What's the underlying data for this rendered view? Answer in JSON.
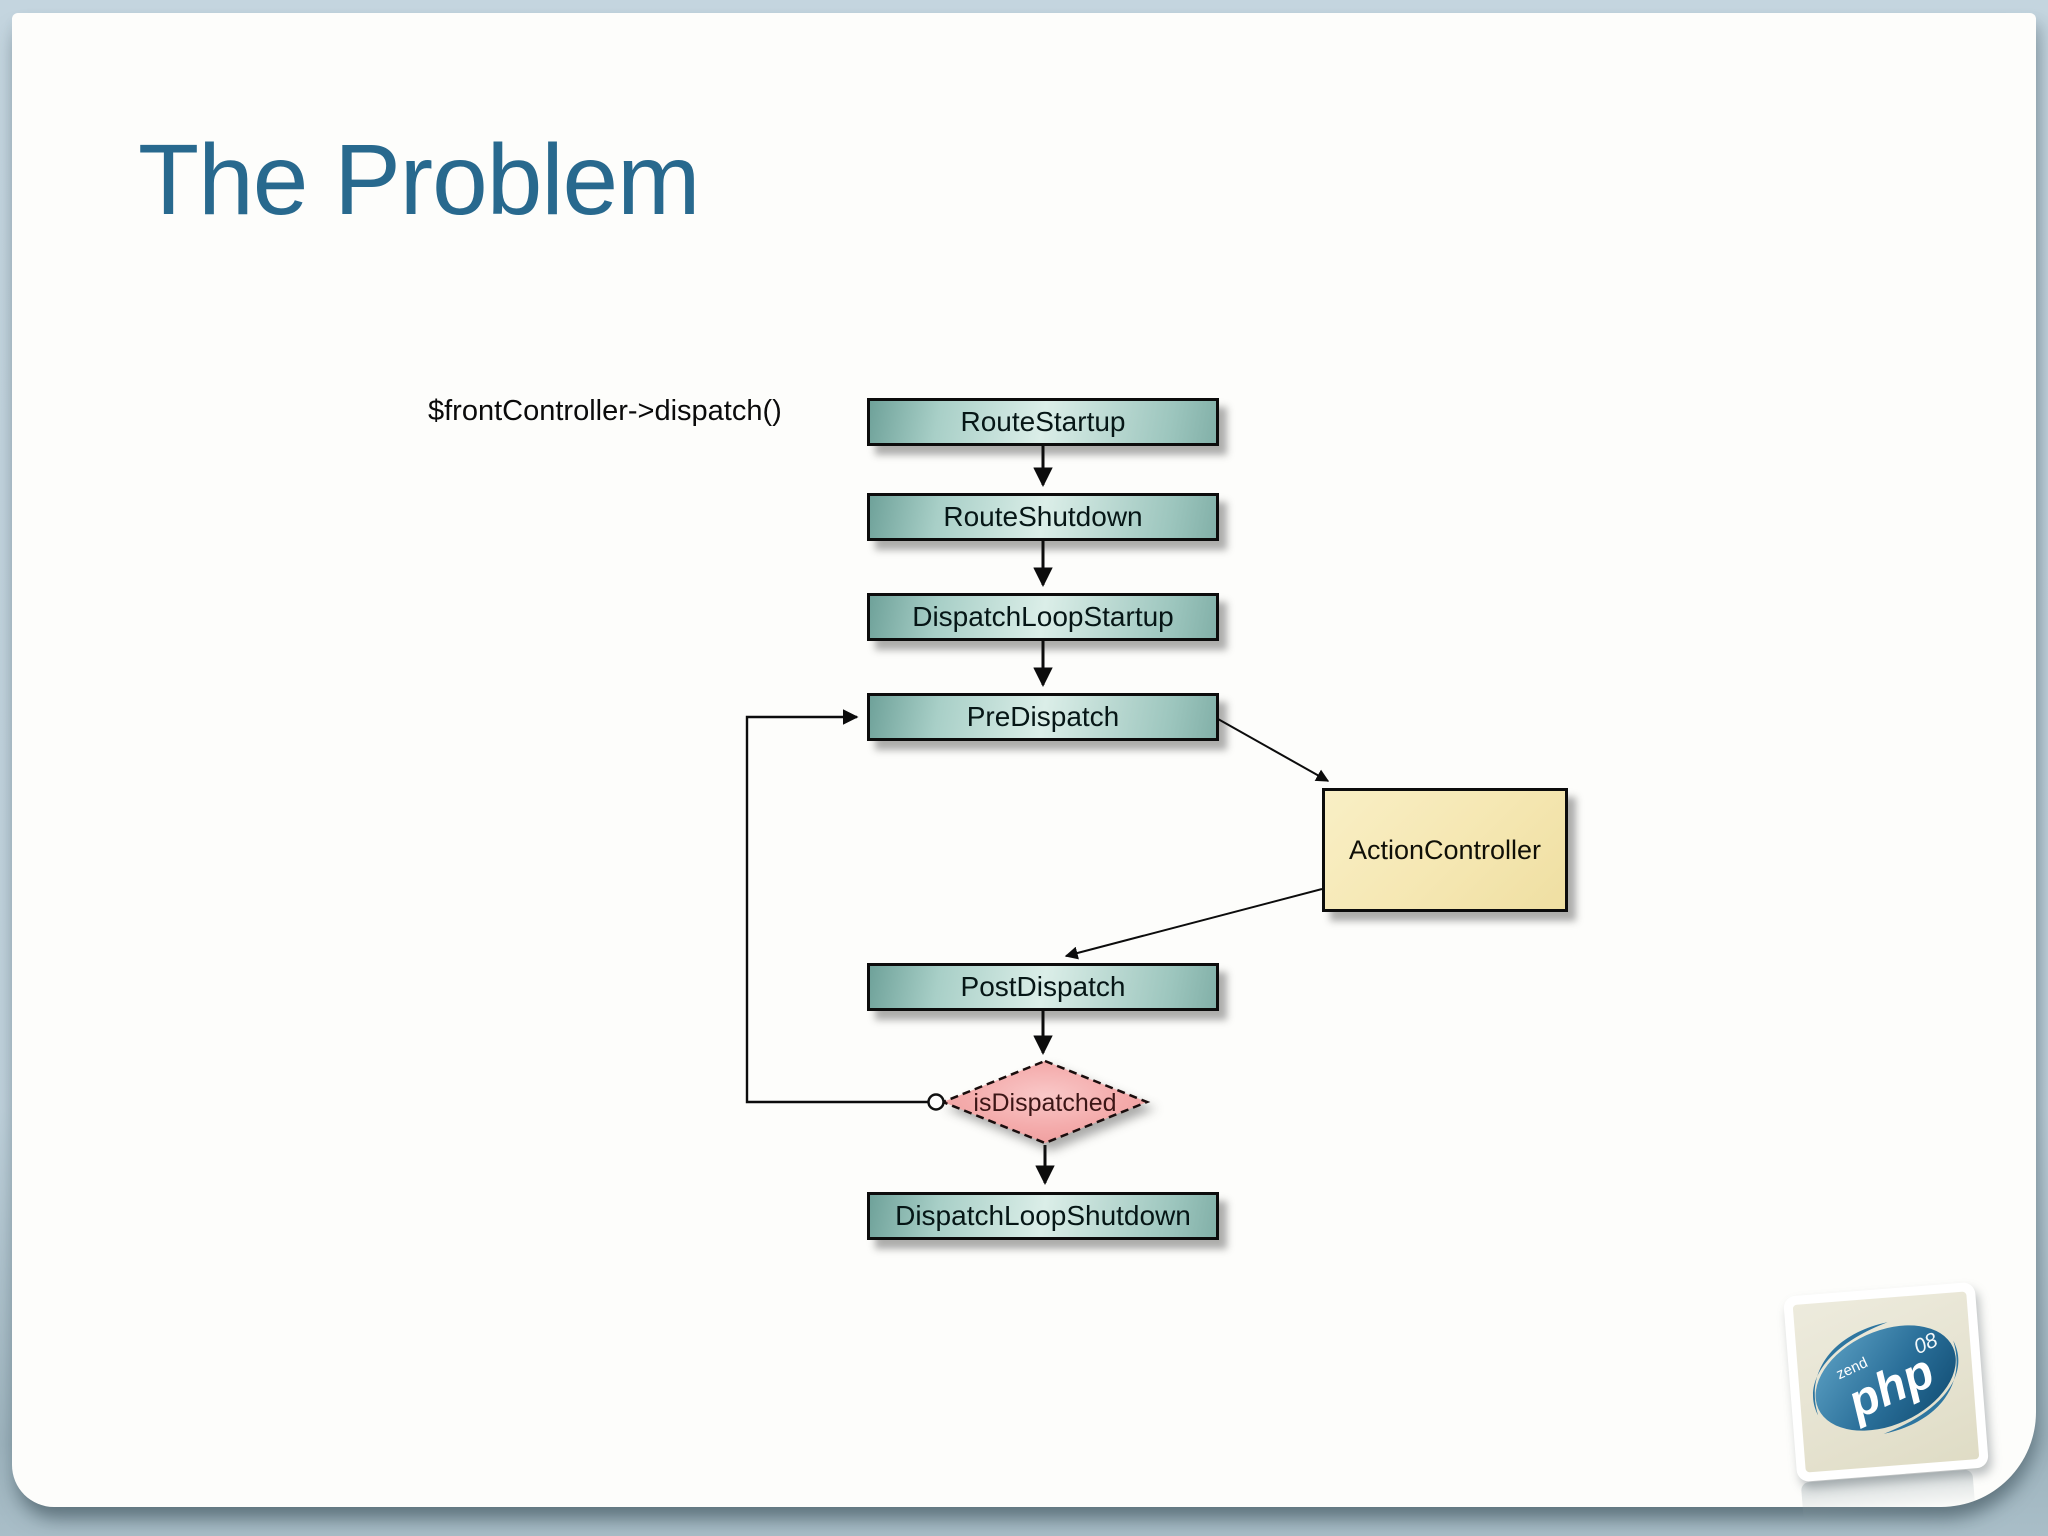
{
  "slide": {
    "title": "The Problem",
    "code_label": "$frontController->dispatch()"
  },
  "diagram": {
    "nodes": [
      {
        "label": "RouteStartup",
        "type": "plugin-hook"
      },
      {
        "label": "RouteShutdown",
        "type": "plugin-hook"
      },
      {
        "label": "DispatchLoopStartup",
        "type": "plugin-hook"
      },
      {
        "label": "PreDispatch",
        "type": "plugin-hook"
      },
      {
        "label": "ActionController",
        "type": "controller"
      },
      {
        "label": "PostDispatch",
        "type": "plugin-hook"
      },
      {
        "label": "isDispatched",
        "type": "decision"
      },
      {
        "label": "DispatchLoopShutdown",
        "type": "plugin-hook"
      }
    ],
    "colors": {
      "hook_box_fill": "#9fc6be",
      "controller_fill": "#f6e9b4",
      "decision_fill": "#f2a8a8",
      "connector": "#0c0c0c"
    }
  },
  "footer_logo": {
    "brand_prefix": "zend",
    "brand_main": "php",
    "edition": "08"
  },
  "theme": {
    "title_color": "#28698e",
    "canvas_background": "#bfd1db",
    "slide_background": "#fdfdfb"
  }
}
